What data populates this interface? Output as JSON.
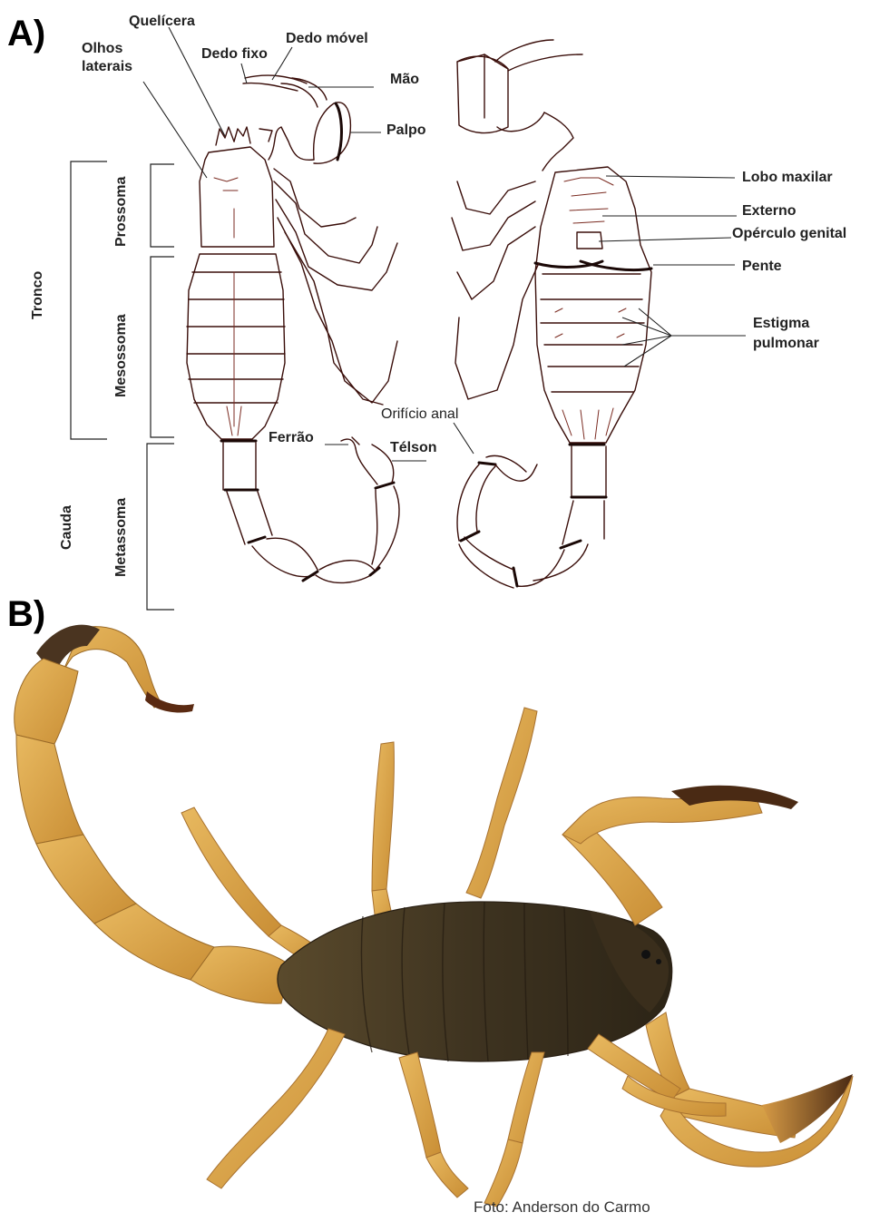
{
  "panels": {
    "a_letter": "A)",
    "b_letter": "B)"
  },
  "labels": {
    "quelicera": "Quelícera",
    "olhos_laterais_1": "Olhos",
    "olhos_laterais_2": "laterais",
    "dedo_movel": "Dedo móvel",
    "dedo_fixo": "Dedo fixo",
    "mao": "Mão",
    "palpo": "Palpo",
    "lobo_maxilar": "Lobo maxilar",
    "externo": "Externo",
    "operculo_genital": "Opérculo genital",
    "pente": "Pente",
    "estigma_1": "Estigma",
    "estigma_2": "pulmonar",
    "orificio_anal": "Orifício anal",
    "ferrao": "Ferrão",
    "telson": "Télson"
  },
  "regions": {
    "tronco": "Tronco",
    "cauda": "Cauda",
    "prossoma": "Prossoma",
    "mesossoma": "Mesossoma",
    "metassoma": "Metassoma"
  },
  "credit": "Foto: Anderson do Carmo",
  "colors": {
    "ink": "#3a0e0a",
    "scorpion_body": "#d9a445",
    "scorpion_dark": "#4a3a22"
  }
}
